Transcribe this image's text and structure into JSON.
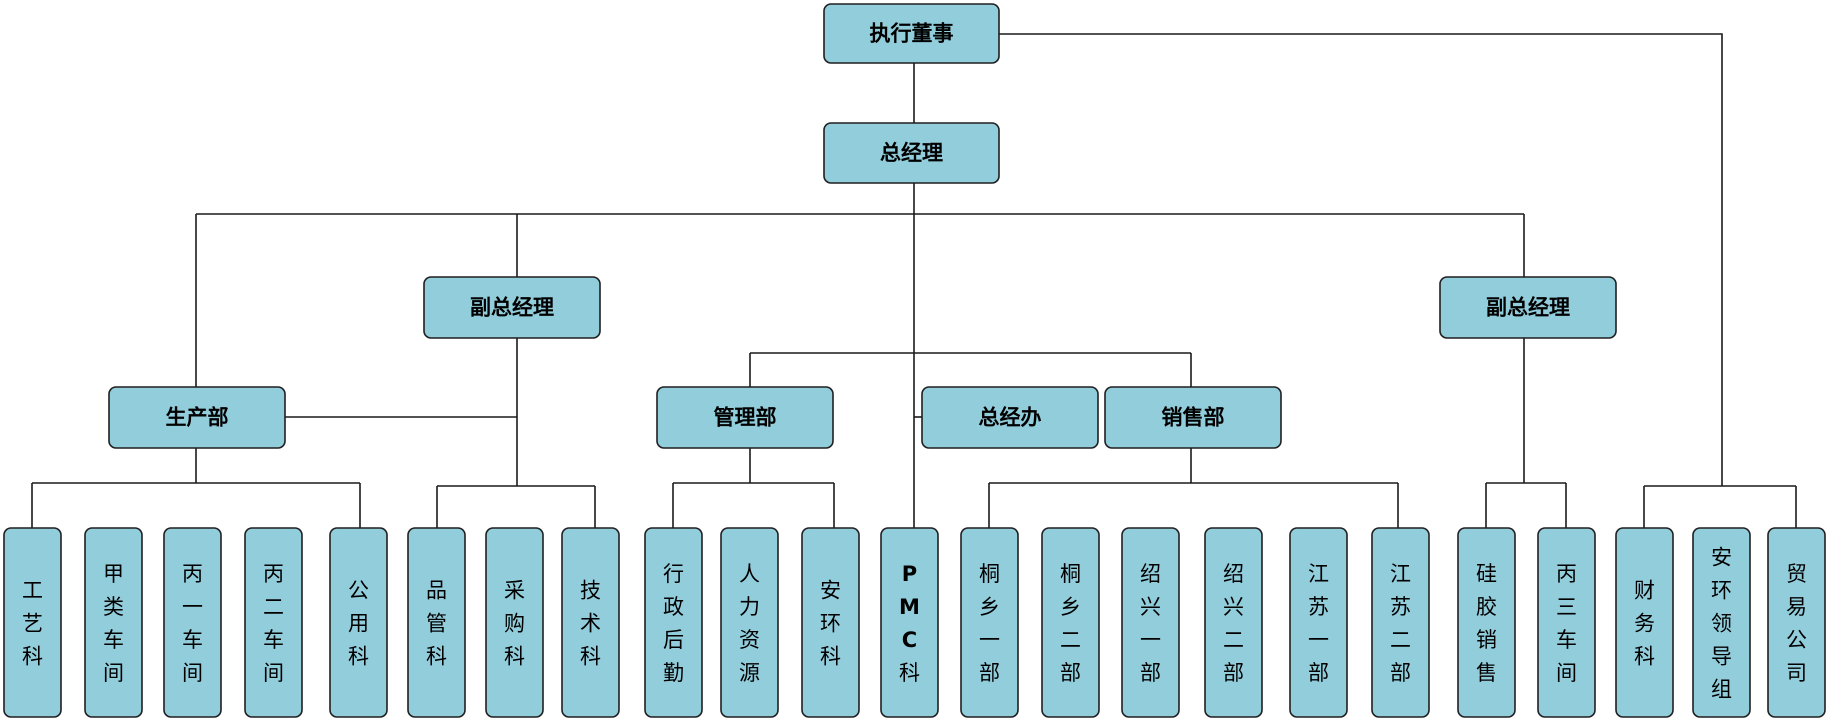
{
  "org_chart": {
    "top": {
      "label": "执行董事"
    },
    "gm": {
      "label": "总经理"
    },
    "vp_left": {
      "label": "副总经理"
    },
    "vp_right": {
      "label": "副总经理"
    },
    "production": {
      "label": "生产部"
    },
    "management": {
      "label": "管理部"
    },
    "gm_office": {
      "label": "总经办"
    },
    "sales": {
      "label": "销售部"
    },
    "units": [
      {
        "id": "gongyi",
        "label": "工艺科"
      },
      {
        "id": "jia",
        "label": "甲类车间"
      },
      {
        "id": "bing1",
        "label": "丙一车间"
      },
      {
        "id": "bing2",
        "label": "丙二车间"
      },
      {
        "id": "gongyong",
        "label": "公用科"
      },
      {
        "id": "pinguan",
        "label": "品管科"
      },
      {
        "id": "caigou",
        "label": "采购科"
      },
      {
        "id": "jishu",
        "label": "技术科"
      },
      {
        "id": "xingzheng",
        "label": "行政后勤"
      },
      {
        "id": "renli",
        "label": "人力资源"
      },
      {
        "id": "anhuan",
        "label": "安环科"
      },
      {
        "id": "pmc",
        "label": "PMC科"
      },
      {
        "id": "tongxiang1",
        "label": "桐乡一部"
      },
      {
        "id": "tongxiang2",
        "label": "桐乡二部"
      },
      {
        "id": "shaoxing1",
        "label": "绍兴一部"
      },
      {
        "id": "shaoxing2",
        "label": "绍兴二部"
      },
      {
        "id": "jiangsu1",
        "label": "江苏一部"
      },
      {
        "id": "jiangsu2",
        "label": "江苏二部"
      },
      {
        "id": "guijiao",
        "label": "硅胶销售"
      },
      {
        "id": "bing3",
        "label": "丙三车间"
      },
      {
        "id": "caiwu",
        "label": "财务科"
      },
      {
        "id": "anhuanlingdao",
        "label": "安环领导组"
      },
      {
        "id": "maoyi",
        "label": "贸易公司"
      }
    ]
  }
}
